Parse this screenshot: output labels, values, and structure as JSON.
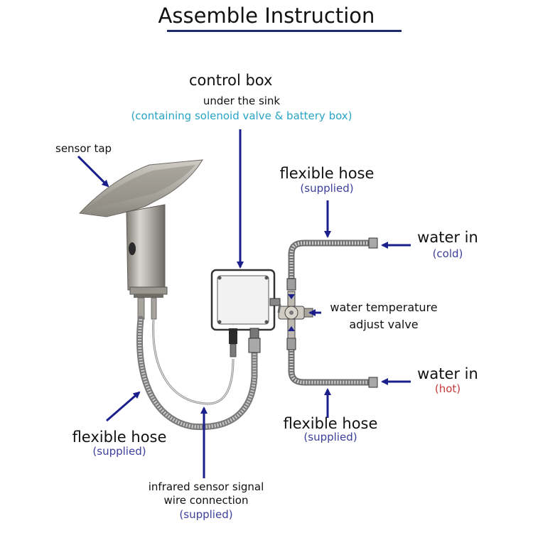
{
  "title": "Assemble  Instruction",
  "labels": {
    "control_box": {
      "name": "control  box",
      "location": "under the sink",
      "contents": "(containing solenoid valve & battery box)"
    },
    "sensor_tap": "sensor tap",
    "hose_top_right": {
      "name": "flexible hose",
      "note": "(supplied)"
    },
    "water_in_cold": {
      "name": "water in",
      "note": "(cold)"
    },
    "temp_valve": {
      "line1": "water temperature",
      "line2": "adjust valve"
    },
    "water_in_hot": {
      "name": "water in",
      "note": "(hot)"
    },
    "hose_bottom_right": {
      "name": "flexible hose",
      "note": "(supplied)"
    },
    "hose_left": {
      "name": "flexible hose",
      "note": "(supplied)"
    },
    "sensor_wire": {
      "line1": "infrared sensor signal",
      "line2": "wire connection",
      "note": "(supplied)"
    }
  },
  "colors": {
    "arrow": "#1a1f8c",
    "title_rule": "#1f2a6b",
    "supplied_note": "#3c3f9a",
    "control_box_note": "#2aa4c4",
    "hot_note": "#c7393a"
  }
}
